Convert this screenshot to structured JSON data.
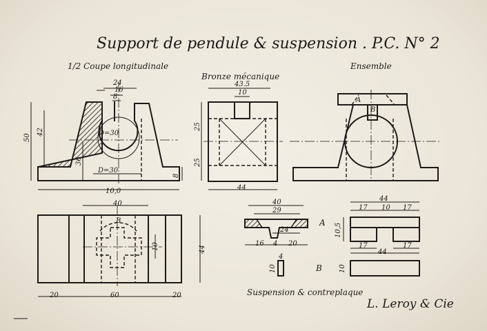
{
  "title": "Support de pendule & suspension . P.C. N° 2",
  "views": {
    "section_label": "1/2 Coupe longitudinale",
    "bronze_label": "Bronze mécanique",
    "assembly_label": "Ensemble",
    "suspension_label": "Suspension & contreplaque",
    "part_a": "A",
    "part_b": "B"
  },
  "dimensions": {
    "section": {
      "top_width": "24",
      "inner_16": "16",
      "inner_8": "8",
      "d_circle": "D=30",
      "d_bottom": "D=30",
      "height_50": "50",
      "height_42": "42",
      "height_36": "36",
      "base_8": "8",
      "width_100": "10,0"
    },
    "bronze": {
      "top": "43.5",
      "slot": "10",
      "h_upper": "25",
      "h_lower": "25",
      "width": "44"
    },
    "plan": {
      "top": "40",
      "left": "20",
      "middle": "60",
      "right": "20",
      "height": "44",
      "small_10": "10",
      "letter_b": "B"
    },
    "part_a_detail": {
      "top": "40",
      "mid": "29",
      "inner": "24",
      "bottom_16": "16",
      "bottom_4": "4",
      "bottom_20": "20"
    },
    "assembly_a": {
      "overall": "44",
      "left_17": "17",
      "mid_10": "10",
      "right_17": "17",
      "height": "10,5",
      "low_17a": "17",
      "low_44": "44",
      "low_17b": "17"
    },
    "small_parts": {
      "a_height": "10",
      "a_width": "4",
      "b_height": "10"
    }
  },
  "signature": "L. Leroy & Cie"
}
